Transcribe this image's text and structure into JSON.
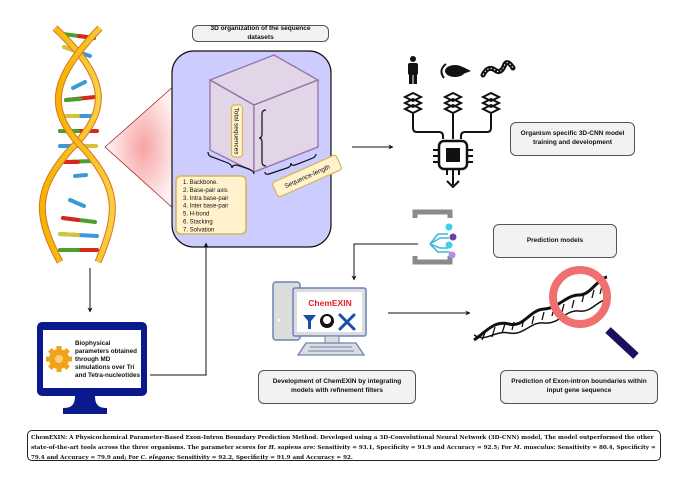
{
  "boxes": {
    "organization_title": "3D organization of the sequence datasets",
    "organism_training": "Organism specific 3D-CNN model training and development",
    "prediction_models": "Prediction models",
    "development": "Development of ChemEXIN by integrating models with refinement filters",
    "prediction_boundaries": "Prediction of Exon-intron boundaries within input gene sequence"
  },
  "cube": {
    "total_sequences": "Total sequences",
    "sequence_length": "Sequence-length"
  },
  "parameters_list": [
    "1. Backbone.",
    "2. Base-pair axis",
    "3. Intra base-pair",
    "4. Inter base-pair",
    "5. H-bond",
    "6. Stacking",
    "7. Solvation"
  ],
  "biophysical_monitor": {
    "text": "Biophysical parameters obtained through MD simulations over Tri and Tetra-nucleotides"
  },
  "chemexin_screen": {
    "title": "ChemEXIN"
  },
  "organisms": [
    "human-icon",
    "mouse-icon",
    "worm-icon"
  ],
  "caption": {
    "p1": "ChemEXIN: A Physicochemical Parameter-Based Exon-Intron Boundary Prediction Method. Developed using a 3D-Convolutional Neural Network (3D-CNN) model, The model outperformed the other state-of-the-art tools across the three organisms. The parameter scores for ",
    "org1": "H. sapiens are:",
    "p2": " Sensitivity = 93.1, Specificity = 91.9 and Accuracy = 92.5; For ",
    "org2": "M. musculus:",
    "p3": " Sensitivity = 80.4, Specificity = 79.4 and Accuracy = 79.9 and; For ",
    "org3": "C. elegans:",
    "p4": " Sensitivity = 92.2, Specificity = 91.9 and Accuracy = 92."
  },
  "colors": {
    "cube_panel_fill": "#ccccff",
    "cube_fill": "#e1d5e7",
    "cube_stroke": "#9673a6",
    "list_fill": "#fff2cc",
    "list_stroke": "#d6b656",
    "monitor_blue": "#0a1a8c",
    "chemexin_red": "#e0202a",
    "magnifier_ring": "#f07070",
    "magnifier_handle": "#1a1060"
  }
}
